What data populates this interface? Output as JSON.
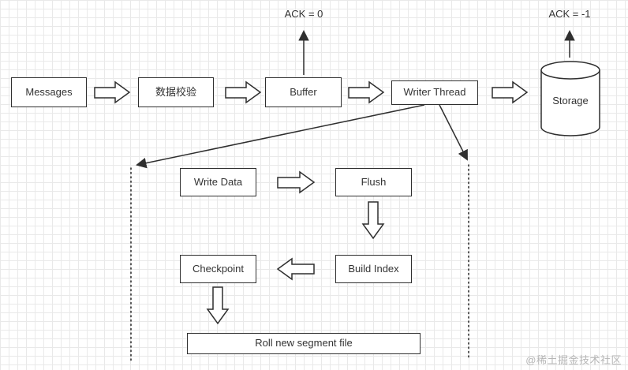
{
  "nodes": {
    "messages": "Messages",
    "validation": "数据校验",
    "buffer": "Buffer",
    "writer_thread": "Writer Thread",
    "storage": "Storage",
    "write_data": "Write Data",
    "flush": "Flush",
    "build_index": "Build Index",
    "checkpoint": "Checkpoint",
    "roll_segment": "Roll new segment file"
  },
  "labels": {
    "ack_buffer": "ACK = 0",
    "ack_storage": "ACK = -1"
  },
  "watermark": "@稀土掘金技术社区",
  "colors": {
    "stroke": "#2f2f2f",
    "grid": "#e9e9e9",
    "background": "#ffffff",
    "watermark": "#b5b5b5"
  }
}
